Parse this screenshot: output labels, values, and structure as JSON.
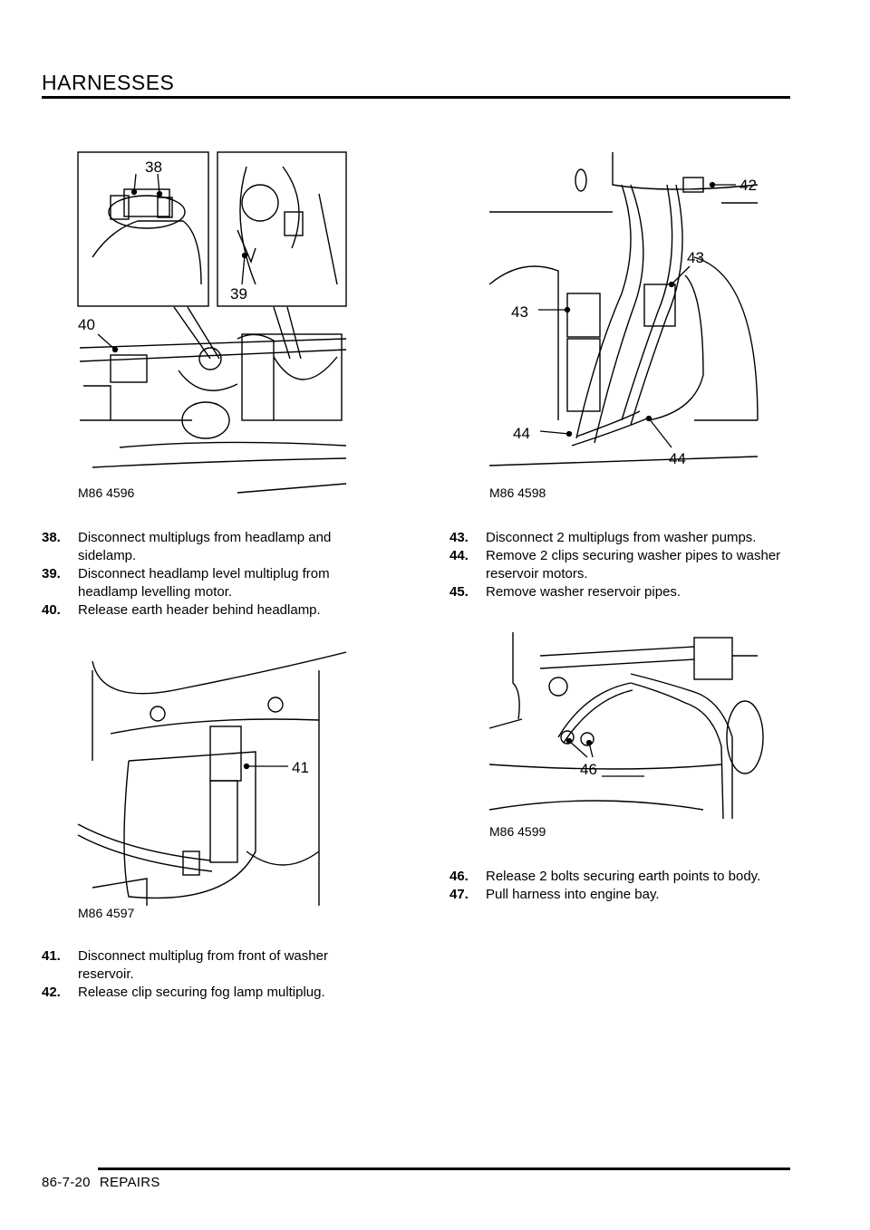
{
  "header": {
    "title": "HARNESSES"
  },
  "footer": {
    "page_number": "86-7-20",
    "section": "REPAIRS"
  },
  "figures": {
    "f4596": {
      "id": "M86 4596",
      "callouts": [
        "38",
        "39",
        "40"
      ]
    },
    "f4598": {
      "id": "M86 4598",
      "callouts": [
        "42",
        "43",
        "43",
        "44",
        "44"
      ]
    },
    "f4597": {
      "id": "M86 4597",
      "callouts": [
        "41"
      ]
    },
    "f4599": {
      "id": "M86 4599",
      "callouts": [
        "46"
      ]
    }
  },
  "steps_left_top": [
    {
      "num": "38.",
      "text": "Disconnect multiplugs from headlamp and sidelamp."
    },
    {
      "num": "39.",
      "text": "Disconnect headlamp level multiplug  from headlamp levelling motor."
    },
    {
      "num": "40.",
      "text": "Release earth header behind headlamp."
    }
  ],
  "steps_left_bottom": [
    {
      "num": "41.",
      "text": "Disconnect multiplug from front of  washer reservoir."
    },
    {
      "num": "42.",
      "text": "Release clip securing fog lamp  multiplug."
    }
  ],
  "steps_right_top": [
    {
      "num": "43.",
      "text": "Disconnect 2 multiplugs from  washer pumps."
    },
    {
      "num": "44.",
      "text": "Remove 2 clips securing washer pipes to washer reservoir motors."
    },
    {
      "num": "45.",
      "text": "Remove washer reservoir pipes."
    }
  ],
  "steps_right_bottom": [
    {
      "num": "46.",
      "text": "Release 2 bolts securing earth points to  body."
    },
    {
      "num": "47.",
      "text": "Pull harness into engine bay."
    }
  ]
}
